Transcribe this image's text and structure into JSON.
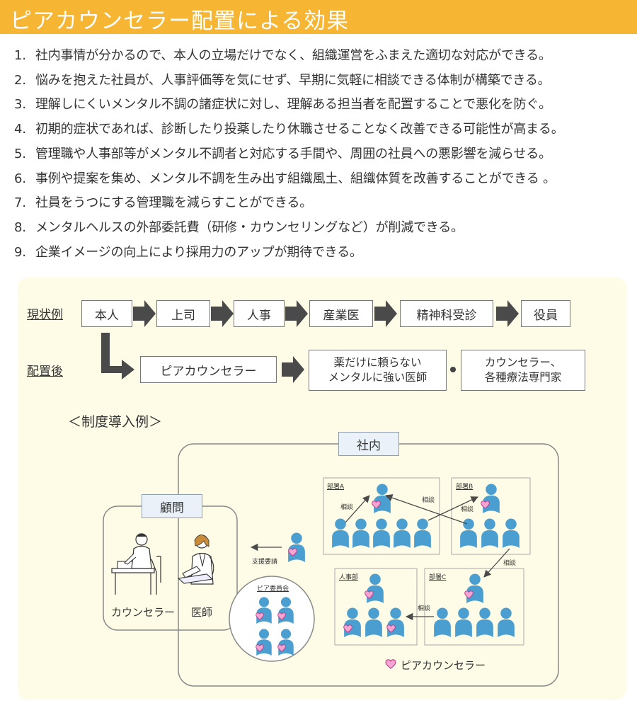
{
  "header": {
    "title": "ピアカウンセラー配置による効果"
  },
  "effects": [
    {
      "num": "1.",
      "text": "社内事情が分かるので、本人の立場だけでなく、組織運営をふまえた適切な対応ができる。"
    },
    {
      "num": "2.",
      "text": "悩みを抱えた社員が、人事評価等を気にせず、早期に気軽に相談できる体制が構築できる。"
    },
    {
      "num": "3.",
      "text": "理解しにくいメンタル不調の諸症状に対し、理解ある担当者を配置することで悪化を防ぐ。"
    },
    {
      "num": "4.",
      "text": "初期的症状であれば、診断したり投薬したり休職させることなく改善できる可能性が高まる。"
    },
    {
      "num": "5.",
      "text": "管理職や人事部等がメンタル不調者と対応する手間や、周囲の社員への悪影響を減らせる。"
    },
    {
      "num": "6.",
      "text": "事例や提案を集め、メンタル不調を生み出す組織風土、組織体質を改善することができる 。"
    },
    {
      "num": "7.",
      "text": "社員をうつにする管理職を減らすことができる。"
    },
    {
      "num": "8.",
      "text": "メンタルヘルスの外部委託費（研修・カウンセリングなど）が削減できる。"
    },
    {
      "num": "9.",
      "text": "企業イメージの向上により採用力のアップが期待できる。"
    }
  ],
  "flow": {
    "current_label": "現状例",
    "after_label": "配置後",
    "current_steps": [
      "本人",
      "上司",
      "人事",
      "産業医",
      "精神科受診",
      "役員"
    ],
    "after_steps": [
      "ピアカウンセラー",
      "薬だけに頼らない\nメンタルに強い医師",
      "カウンセラー、\n各種療法専門家"
    ]
  },
  "system": {
    "heading": "＜制度導入例＞",
    "company_tag": "社内",
    "advisor_tag": "顧問",
    "counselor_label": "カウンセラー",
    "doctor_label": "医師",
    "support_request": "支援要請",
    "committee": "ピア委員会",
    "dept_a": "部署A",
    "dept_b": "部署B",
    "dept_c": "部署C",
    "hr": "人事部",
    "consult": "相談",
    "legend": "ピアカウンセラー"
  },
  "colors": {
    "banner": "#f6b533",
    "person": "#4a9fd0",
    "heart": "#e85aa8",
    "arrow": "#4a4a4a",
    "panel": "#fefbe6"
  },
  "icons": [
    "chevron-arrow-icon",
    "person-icon",
    "heart-badge-icon",
    "counselor-illustration",
    "doctor-illustration"
  ]
}
